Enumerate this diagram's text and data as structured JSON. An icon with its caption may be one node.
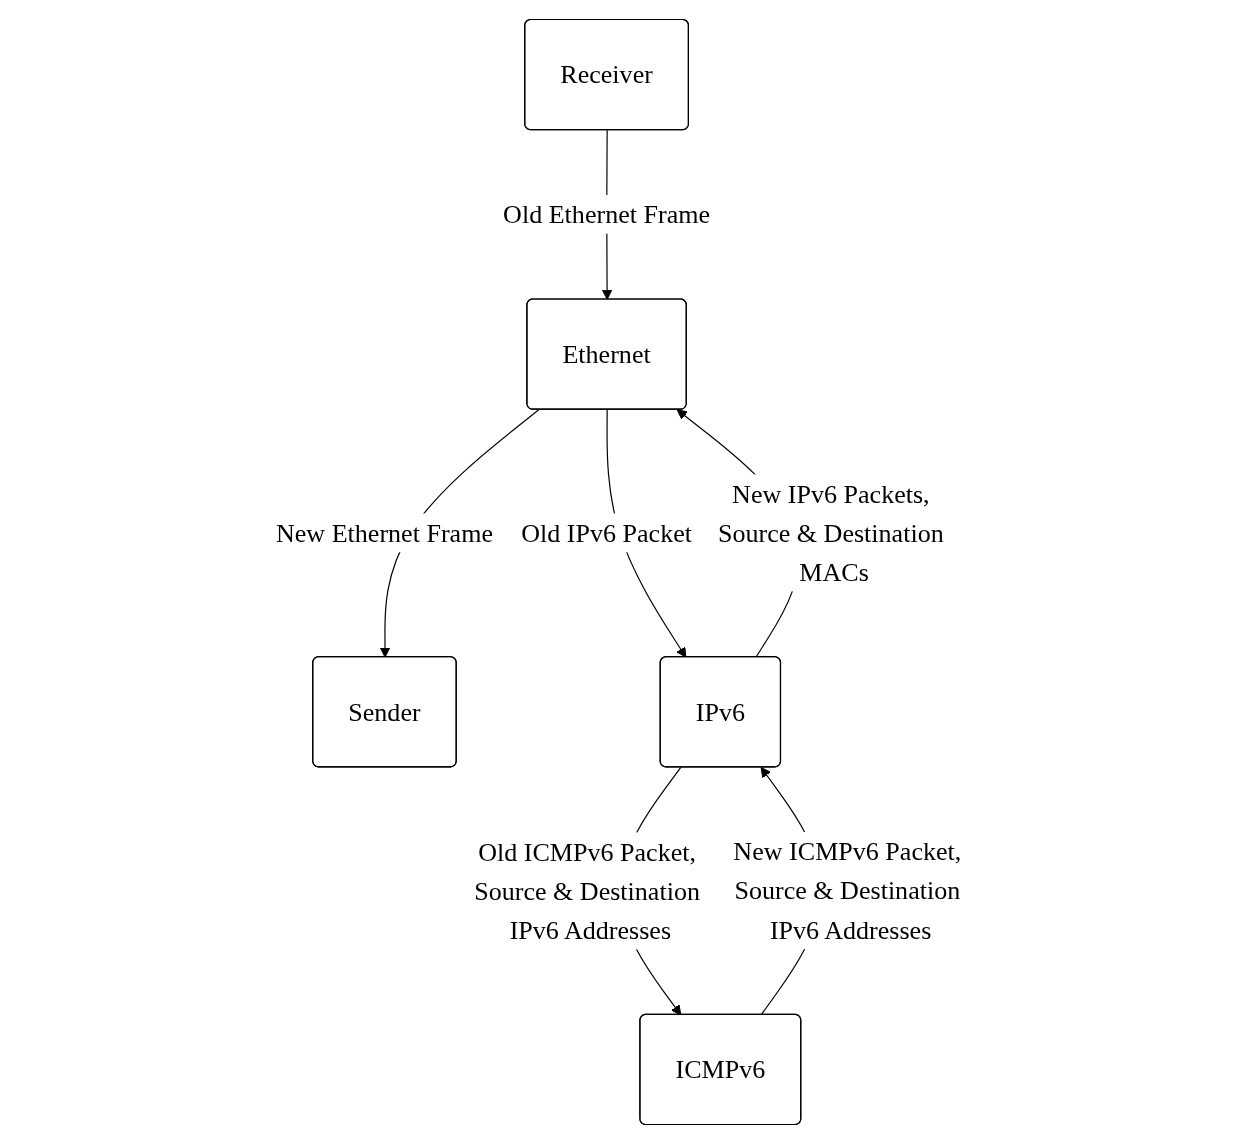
{
  "diagram": {
    "nodes": [
      {
        "text": [
          "Receiver"
        ]
      },
      {
        "text": [
          "Sender"
        ]
      },
      {
        "text": [
          "Ethernet"
        ]
      },
      {
        "text": [
          "IPv6"
        ]
      },
      {
        "text": [
          "ICMPv6"
        ]
      }
    ],
    "edges": [
      {
        "from": 0,
        "to": 2,
        "arrow": "to",
        "label": "Old Ethernet Frame"
      },
      {
        "from": 2,
        "to": 1,
        "arrow": "to",
        "label": "New Ethernet Frame"
      },
      {
        "from": 2,
        "to": 3,
        "arrow": "to",
        "label": "Old IPv6 Packet"
      },
      {
        "from": 3,
        "to": 2,
        "arrow": "to",
        "label": "New IPv6 Packets, Source & Destination MACs"
      },
      {
        "from": 3,
        "to": 4,
        "arrow": "to",
        "label": "Old ICMPv6 Packet, Source & Destination IPv6 Addresses"
      },
      {
        "from": 4,
        "to": 3,
        "arrow": "to",
        "label": "New ICMPv6 Packet, Source & Destination IPv6 Addresses"
      }
    ]
  }
}
